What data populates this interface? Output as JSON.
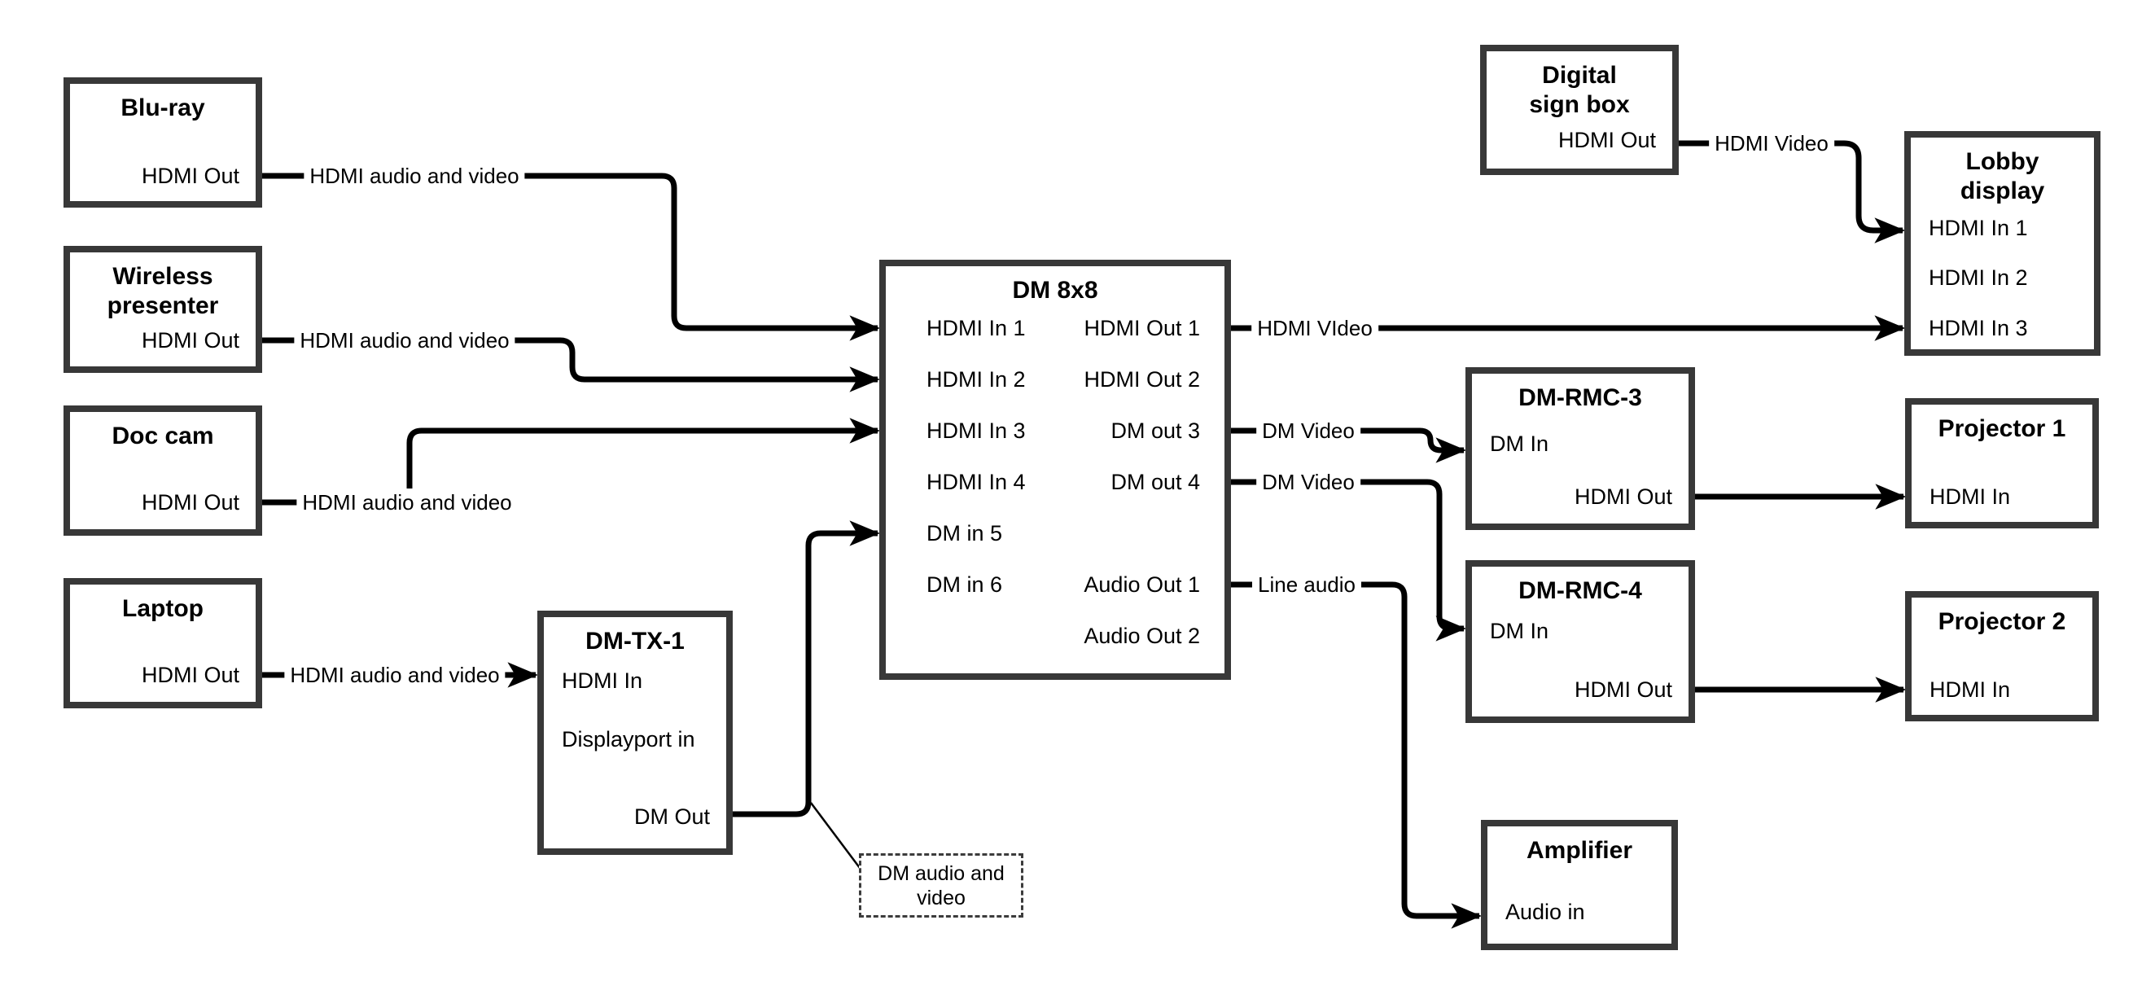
{
  "diagram": {
    "nodes": {
      "bluray": {
        "title": "Blu-ray",
        "port_out": "HDMI Out"
      },
      "wireless": {
        "title": "Wireless presenter",
        "port_out": "HDMI Out"
      },
      "doccam": {
        "title": "Doc cam",
        "port_out": "HDMI Out"
      },
      "laptop": {
        "title": "Laptop",
        "port_out": "HDMI Out"
      },
      "dmtx1": {
        "title": "DM-TX-1",
        "port_hdmi_in": "HDMI In",
        "port_dp_in": "Displayport in",
        "port_dm_out": "DM Out"
      },
      "dm8x8": {
        "title": "DM 8x8",
        "inputs": [
          "HDMI In 1",
          "HDMI In 2",
          "HDMI In 3",
          "HDMI In 4",
          "DM in 5",
          "DM in 6"
        ],
        "outputs": [
          "HDMI Out 1",
          "HDMI Out 2",
          "DM out 3",
          "DM out 4",
          "Audio Out 1",
          "Audio Out 2"
        ]
      },
      "digitalsign": {
        "title": "Digital sign box",
        "port_out": "HDMI Out"
      },
      "lobby": {
        "title": "Lobby display",
        "inputs": [
          "HDMI In 1",
          "HDMI In 2",
          "HDMI In 3"
        ]
      },
      "dmrmc3": {
        "title": "DM-RMC-3",
        "port_in": "DM In",
        "port_out": "HDMI Out"
      },
      "proj1": {
        "title": "Projector 1",
        "port_in": "HDMI In"
      },
      "dmrmc4": {
        "title": "DM-RMC-4",
        "port_in": "DM In",
        "port_out": "HDMI Out"
      },
      "proj2": {
        "title": "Projector 2",
        "port_in": "HDMI In"
      },
      "amplifier": {
        "title": "Amplifier",
        "port_in": "Audio in"
      }
    },
    "edge_labels": {
      "bluray_dm8x8": "HDMI audio and video",
      "wireless_dm8x8": "HDMI audio and video",
      "doccam_dm8x8": "HDMI audio and video",
      "laptop_dmtx1": "HDMI audio and video",
      "hdmiout1_lobby": "HDMI VIdeo",
      "dmout3_rmc3": "DM Video",
      "dmout4_rmc4": "DM Video",
      "audioout1_amp": "Line audio",
      "digitalsign_lobby": "HDMI Video"
    },
    "note": {
      "text": "DM audio and video"
    },
    "colors": {
      "cable": "#000000",
      "box_border": "#383838",
      "background": "#ffffff"
    }
  }
}
